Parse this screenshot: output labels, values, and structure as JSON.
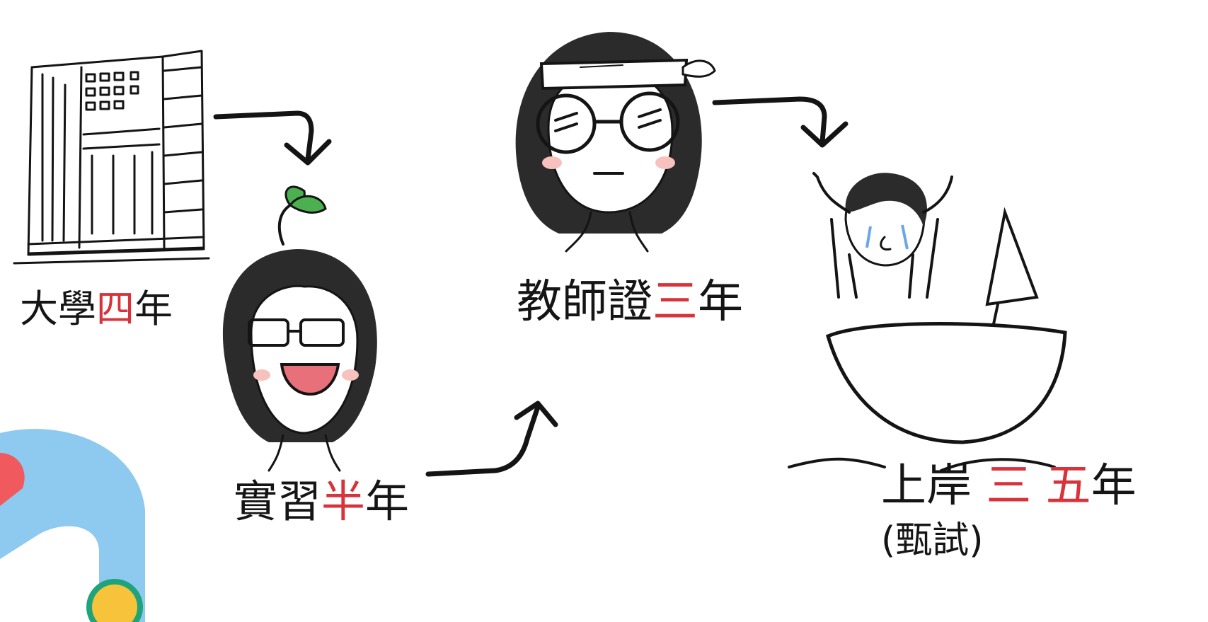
{
  "stages": [
    {
      "label": "大學",
      "highlight": "四",
      "suffix": "年",
      "accent": "#d8323a"
    },
    {
      "label": "實習",
      "highlight": "半",
      "suffix": "年",
      "accent": "#d8323a"
    },
    {
      "label": "教師證",
      "highlight": "三",
      "suffix": "年",
      "accent": "#d8323a"
    },
    {
      "label": "上岸",
      "highlight": "三 五",
      "suffix": "年",
      "note": "(甄試)",
      "accent": "#d8323a"
    }
  ],
  "colors": {
    "ink": "#141414",
    "accent": "#d8323a",
    "decor_blue": "#8ec9f0",
    "decor_red": "#f05a5f",
    "decor_yellow": "#f6c33a",
    "decor_green": "#1fa37a"
  }
}
